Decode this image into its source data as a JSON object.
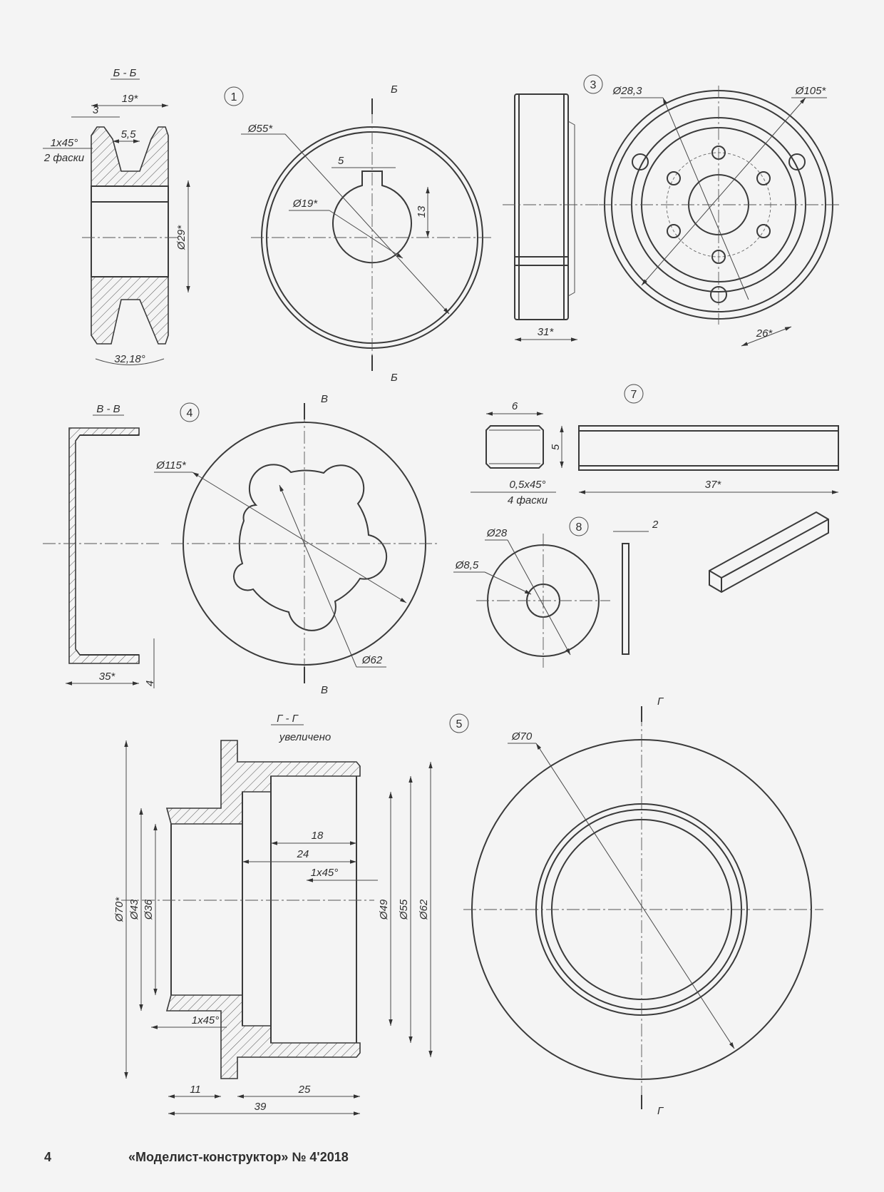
{
  "footer": {
    "page_number": "4",
    "journal": "«Моделист-конструктор» № 4'2018"
  },
  "section_labels": {
    "bb": "Б - Б",
    "b_top": "Б",
    "b_bottom": "Б",
    "vv": "В - В",
    "v_top": "В",
    "v_bottom": "В",
    "gg": "Г - Г",
    "gg_note": "увеличено",
    "g_top": "Г",
    "g_bottom": "Г"
  },
  "part_numbers": {
    "p1": "1",
    "p3": "3",
    "p4": "4",
    "p5": "5",
    "p7": "7",
    "p8": "8"
  },
  "part1": {
    "d_width": "19*",
    "d_3": "3",
    "d_groove": "5,5",
    "d_chamfer": "1х45°",
    "d_chamfer_note": "2 фаски",
    "d_bore": "Ø29*",
    "d_angle": "32,18°",
    "d_outer": "Ø55*",
    "d_shaft": "Ø19*",
    "d_key": "5",
    "d_key_depth": "13"
  },
  "part3": {
    "d_width": "31*",
    "d_inner": "Ø28,3",
    "d_outer": "Ø105*",
    "d_slot": "26*"
  },
  "part4": {
    "d_width": "35*",
    "d_4": "4",
    "d_outer": "Ø115*",
    "d_inner": "Ø62"
  },
  "part7": {
    "d_6": "6",
    "d_5": "5",
    "d_chamfer": "0,5х45°",
    "d_chamfer_note": "4 фаски",
    "d_length": "37*"
  },
  "part8": {
    "d_outer": "Ø28",
    "d_hole": "Ø8,5",
    "d_thick": "2"
  },
  "part5": {
    "d_70s": "Ø70*",
    "d_43": "Ø43",
    "d_36": "Ø36",
    "d_18": "18",
    "d_24": "24",
    "d_chamfer": "1х45°",
    "d_49": "Ø49",
    "d_55": "Ø55",
    "d_62": "Ø62",
    "d_chamfer2": "1х45°",
    "d_11": "11",
    "d_25": "25",
    "d_39": "39",
    "d_70": "Ø70"
  }
}
